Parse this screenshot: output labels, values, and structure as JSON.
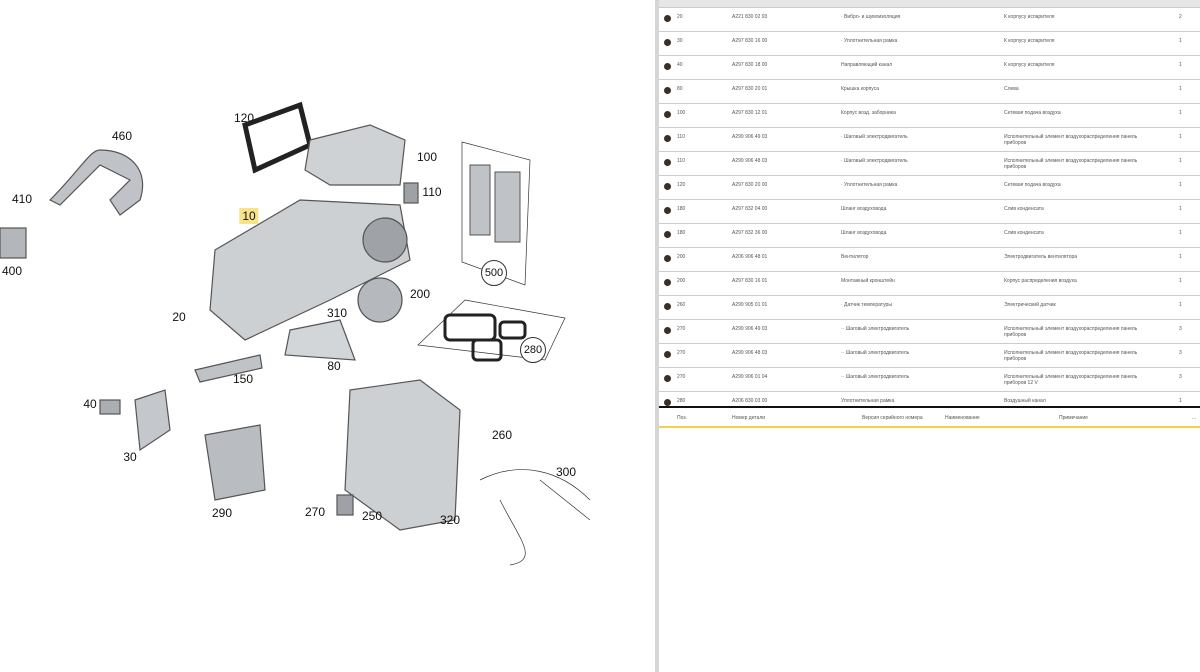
{
  "diagram": {
    "callouts": [
      {
        "label": "460"
      },
      {
        "label": "410"
      },
      {
        "label": "400"
      },
      {
        "label": "120"
      },
      {
        "label": "100"
      },
      {
        "label": "110"
      },
      {
        "label": "10"
      },
      {
        "label": "500"
      },
      {
        "label": "200"
      },
      {
        "label": "20"
      },
      {
        "label": "310"
      },
      {
        "label": "280"
      },
      {
        "label": "80"
      },
      {
        "label": "150"
      },
      {
        "label": "40"
      },
      {
        "label": "30"
      },
      {
        "label": "260"
      },
      {
        "label": "300"
      },
      {
        "label": "290"
      },
      {
        "label": "270"
      },
      {
        "label": "250"
      },
      {
        "label": "320"
      }
    ]
  },
  "table": {
    "rows": [
      {
        "pos": "20",
        "part": "A221 830 02 93",
        "name": "· Вибро- и шумоизоляция",
        "note": "К корпусу испарителя",
        "qty": "2"
      },
      {
        "pos": "30",
        "part": "A297 830 16 00",
        "name": "· Уплотнительная рамка",
        "note": "К корпусу испарителя",
        "qty": "1"
      },
      {
        "pos": "40",
        "part": "A297 830 18 00",
        "name": "Направляющий канал",
        "note": "К корпусу испарителя",
        "qty": "1"
      },
      {
        "pos": "80",
        "part": "A297 830 20 01",
        "name": "Крышка корпуса",
        "note": "Слева",
        "qty": "1"
      },
      {
        "pos": "100",
        "part": "A297 830 12 01",
        "name": "Корпус возд. заборника",
        "note": "Сетевая подача воздуха",
        "qty": "1"
      },
      {
        "pos": "110",
        "part": "A299 906 49 03",
        "name": "· Шаговый электродвигатель",
        "note": "Исполнительный элемент воздухораспределения панель приборов",
        "qty": "1"
      },
      {
        "pos": "110",
        "part": "A299 906 48 03",
        "name": "· Шаговый электродвигатель",
        "note": "Исполнительный элемент воздухораспределения панель приборов",
        "qty": "1"
      },
      {
        "pos": "120",
        "part": "A297 830 20 00",
        "name": "· Уплотнительная рамка",
        "note": "Сетевая подача воздуха",
        "qty": "1"
      },
      {
        "pos": "180",
        "part": "A297 832 04 00",
        "name": "Шланг воздуховода",
        "note": "Слив конденсата",
        "qty": "1"
      },
      {
        "pos": "180",
        "part": "A297 832 36 00",
        "name": "Шланг воздуховода",
        "note": "Слив конденсата",
        "qty": "1"
      },
      {
        "pos": "200",
        "part": "A206 906 48 01",
        "name": "Вентилятор",
        "note": "Электродвигатель вентилятора",
        "qty": "1"
      },
      {
        "pos": "200",
        "part": "A297 830 16 01",
        "name": "Монтажный кронштейн",
        "note": "Корпус распределения воздуха",
        "qty": "1"
      },
      {
        "pos": "260",
        "part": "A299 905 01 01",
        "name": "· Датчик температуры",
        "note": "Электрический датчик",
        "qty": "1"
      },
      {
        "pos": "270",
        "part": "A299 906 49 03",
        "name": "·· Шаговый электродвигатель",
        "note": "Исполнительный элемент воздухораспределения панель приборов",
        "qty": "3"
      },
      {
        "pos": "270",
        "part": "A299 906 48 03",
        "name": "·· Шаговый электродвигатель",
        "note": "Исполнительный элемент воздухораспределения панель приборов",
        "qty": "3"
      },
      {
        "pos": "270",
        "part": "A299 906 01 04",
        "name": "·· Шаговый электродвигатель",
        "note": "Исполнительный элемент воздухораспределения панель приборов 12 V",
        "qty": "3"
      },
      {
        "pos": "280",
        "part": "A206 830 03 00",
        "name": "Уплотнительная рамка",
        "note": "Воздушный канал",
        "qty": "1"
      }
    ],
    "footer_header": {
      "pos": "Поз.",
      "part": "Номер детали",
      "serial": "Версия серийного номера",
      "name": "Наименование",
      "note": "Примечание",
      "more": "..."
    }
  }
}
